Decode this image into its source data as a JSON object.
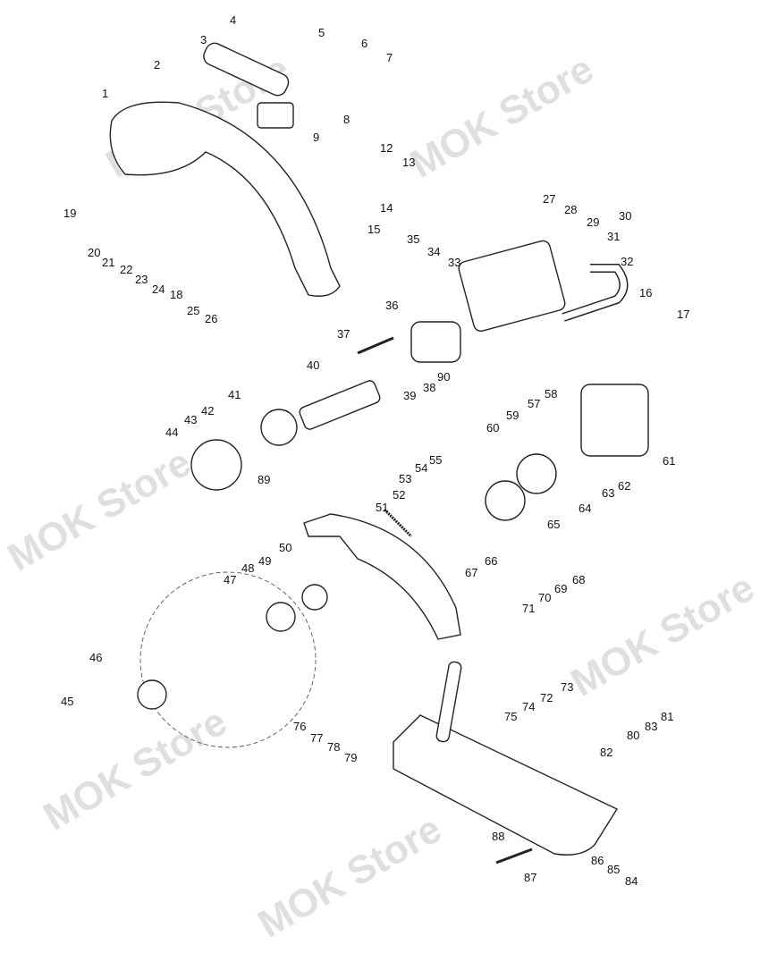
{
  "watermark": "MOK Store",
  "labels": [
    "1",
    "2",
    "3",
    "4",
    "5",
    "6",
    "7",
    "8",
    "9",
    "12",
    "13",
    "14",
    "15",
    "16",
    "17",
    "18",
    "19",
    "20",
    "21",
    "22",
    "23",
    "24",
    "25",
    "26",
    "27",
    "28",
    "29",
    "30",
    "31",
    "32",
    "33",
    "34",
    "35",
    "36",
    "37",
    "38",
    "39",
    "40",
    "41",
    "42",
    "43",
    "44",
    "45",
    "46",
    "47",
    "48",
    "49",
    "50",
    "51",
    "52",
    "53",
    "54",
    "55",
    "57",
    "58",
    "59",
    "60",
    "61",
    "62",
    "63",
    "64",
    "65",
    "66",
    "67",
    "68",
    "69",
    "70",
    "71",
    "72",
    "73",
    "74",
    "75",
    "76",
    "77",
    "78",
    "79",
    "80",
    "81",
    "82",
    "83",
    "84",
    "85",
    "86",
    "87",
    "88",
    "89",
    "90"
  ]
}
